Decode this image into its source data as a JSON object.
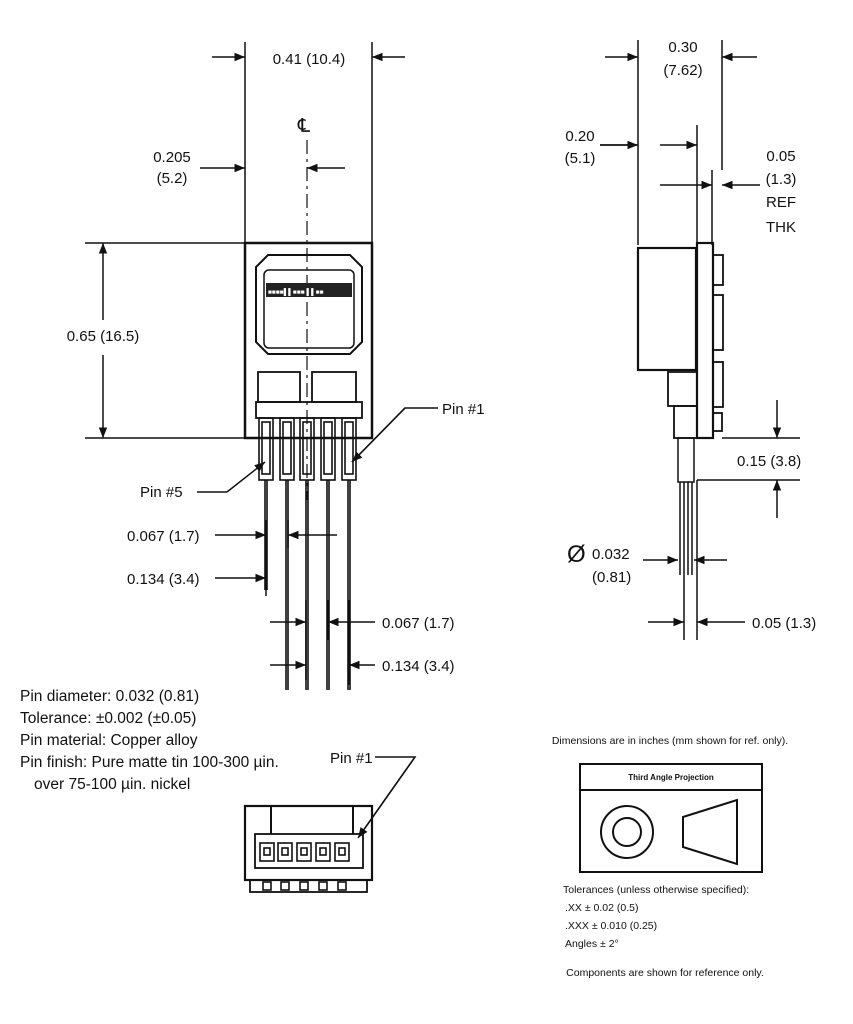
{
  "front_view": {
    "width": "0.41 (10.4)",
    "offset_in": "0.205",
    "offset_mm": "(5.2)",
    "centerline": "℄",
    "height": "0.65 (16.5)",
    "pin1": "Pin #1",
    "pin5": "Pin #5",
    "pitch_left": "0.067 (1.7)",
    "span_left": "0.134 (3.4)",
    "pitch_right": "0.067 (1.7)",
    "span_right": "0.134 (3.4)",
    "label_text": "■■■■▌▌■■■ ▌▌■■"
  },
  "side_view": {
    "depth_in": "0.30",
    "depth_mm": "(7.62)",
    "offset_in": "0.20",
    "offset_mm": "(5.1)",
    "thk_in": "0.05",
    "thk_mm": "(1.3)",
    "thk_ref": "REF",
    "thk_label": "THK",
    "standoff": "0.15 (3.8)",
    "pin_dia_symbol": "Ø",
    "pin_dia_in": "0.032",
    "pin_dia_mm": "(0.81)",
    "pin_offset": "0.05 (1.3)"
  },
  "notes": {
    "pin_diameter": "Pin diameter: 0.032 (0.81)",
    "tolerance": "Tolerance: ±0.002 (±0.05)",
    "material": "Pin material: Copper alloy",
    "finish_1": "Pin finish: Pure matte tin 100-300 µin.",
    "finish_2": "over 75-100 µin. nickel"
  },
  "bottom_view": {
    "pin1": "Pin #1"
  },
  "info": {
    "dimensions_note": "Dimensions are in inches (mm shown for ref. only).",
    "projection_title": "Third Angle Projection",
    "tolerances_title": "Tolerances (unless otherwise specified):",
    "tol_xx": ".XX ± 0.02 (0.5)",
    "tol_xxx": ".XXX ± 0.010 (0.25)",
    "tol_angles": "Angles ± 2°",
    "components_note": "Components are shown for reference only."
  }
}
